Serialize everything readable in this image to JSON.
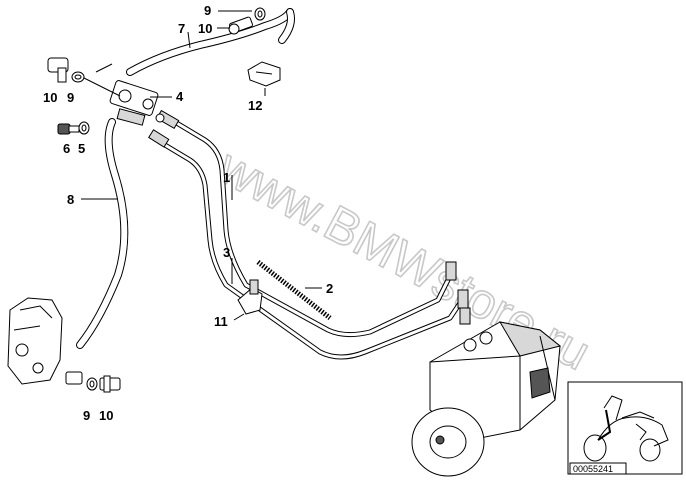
{
  "watermark": "www.BMWstore.ru",
  "callouts": [
    {
      "id": "c9a",
      "text": "9"
    },
    {
      "id": "c10a",
      "text": "10"
    },
    {
      "id": "c7",
      "text": "7"
    },
    {
      "id": "c10b",
      "text": "10"
    },
    {
      "id": "c9b",
      "text": "9"
    },
    {
      "id": "c4",
      "text": "4"
    },
    {
      "id": "c12",
      "text": "12"
    },
    {
      "id": "c6",
      "text": "6"
    },
    {
      "id": "c5",
      "text": "5"
    },
    {
      "id": "c8",
      "text": "8"
    },
    {
      "id": "c1",
      "text": "1"
    },
    {
      "id": "c3",
      "text": "3"
    },
    {
      "id": "c2",
      "text": "2"
    },
    {
      "id": "c11",
      "text": "11"
    },
    {
      "id": "c9c",
      "text": "9"
    },
    {
      "id": "c10c",
      "text": "10"
    }
  ],
  "inset": {
    "code": "00055241"
  }
}
